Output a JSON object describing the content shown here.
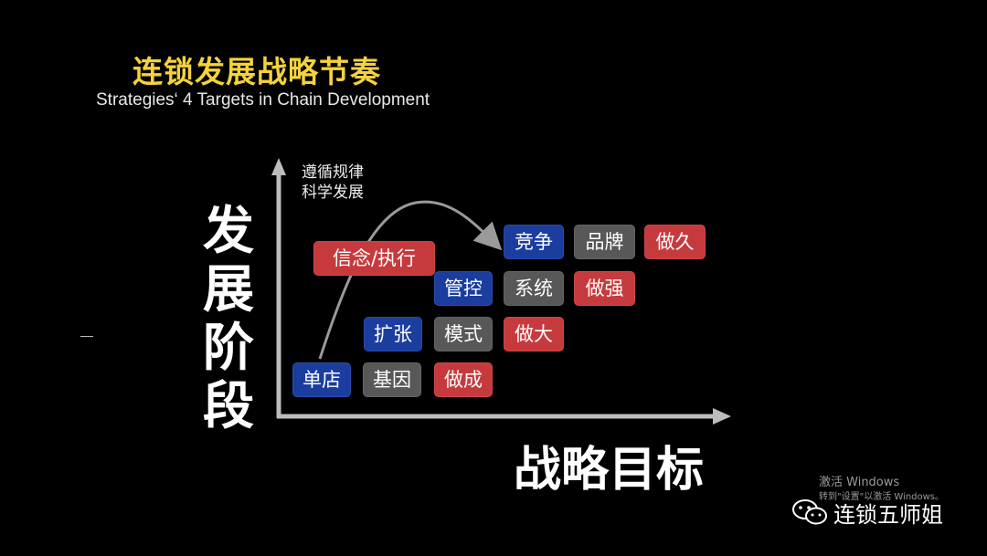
{
  "title": {
    "main": "连锁发展战略节奏",
    "subtitle": "Strategies‘ 4 Targets in Chain Development"
  },
  "axes": {
    "y_label": [
      "发",
      "展",
      "阶",
      "段"
    ],
    "x_label": "战略目标",
    "note_lines": [
      "遵循规律",
      "科学发展"
    ]
  },
  "boxes": [
    {
      "label": "单店",
      "color": "blue"
    },
    {
      "label": "基因",
      "color": "gray"
    },
    {
      "label": "做成",
      "color": "red"
    },
    {
      "label": "扩张",
      "color": "blue"
    },
    {
      "label": "模式",
      "color": "gray"
    },
    {
      "label": "做大",
      "color": "red"
    },
    {
      "label": "管控",
      "color": "blue"
    },
    {
      "label": "系统",
      "color": "gray"
    },
    {
      "label": "做强",
      "color": "red"
    },
    {
      "label": "竞争",
      "color": "blue"
    },
    {
      "label": "品牌",
      "color": "gray"
    },
    {
      "label": "做久",
      "color": "red"
    },
    {
      "label": "信念/执行",
      "color": "red"
    }
  ],
  "colors": {
    "blue": "#1a3d9e",
    "gray": "#585858",
    "red": "#c63a3d",
    "title": "#f5d23c"
  },
  "watermark": {
    "line1": "激活 Windows",
    "line2": "转到\"设置\"以激活 Windows。"
  },
  "brand": {
    "icon": "wechat-icon",
    "name": "连锁五师姐"
  }
}
